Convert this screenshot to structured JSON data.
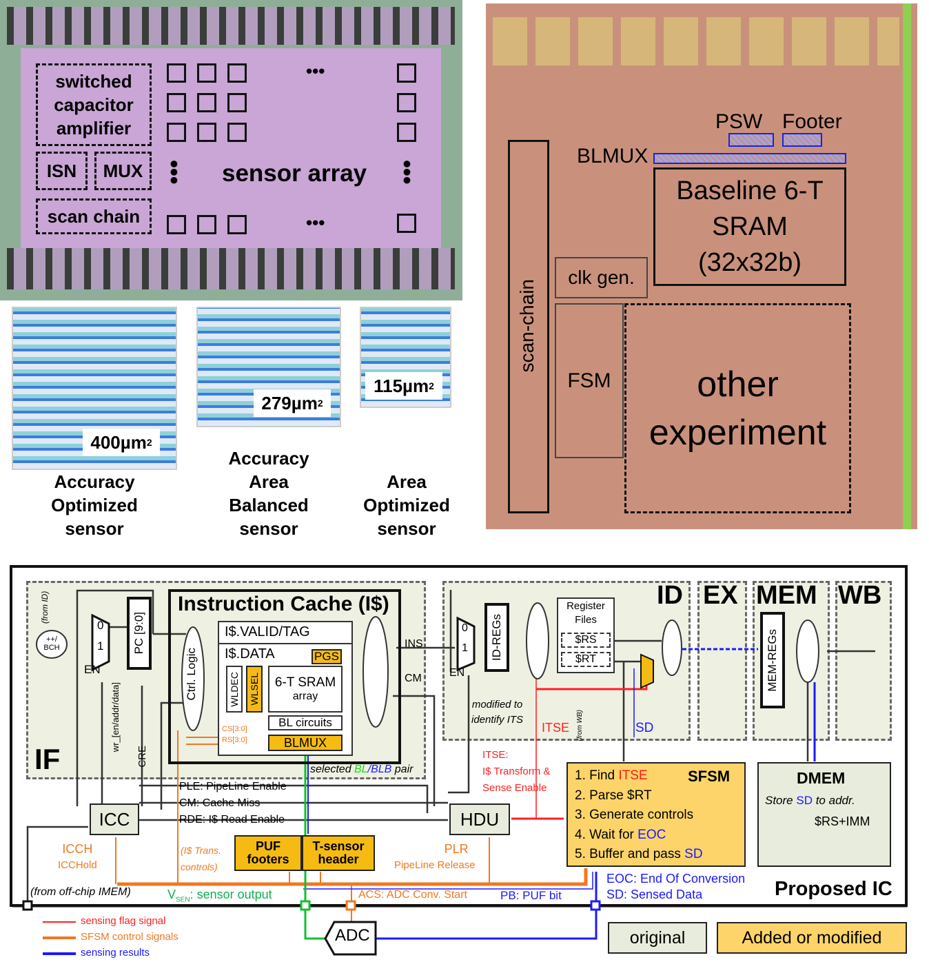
{
  "chip_photo_left": {
    "amp_label": [
      "switched",
      "capacitor",
      "amplifier"
    ],
    "isn": "ISN",
    "mux": "MUX",
    "scan_chain": "scan chain",
    "sensor_array": "sensor array",
    "dots": "•••"
  },
  "sensor_layouts": [
    {
      "area": "400µm",
      "sup": "2",
      "caption": [
        "Accuracy",
        "Optimized",
        "sensor"
      ]
    },
    {
      "area": "279µm",
      "sup": "2",
      "caption": [
        "Accuracy",
        "Area",
        "Balanced",
        "sensor"
      ]
    },
    {
      "area": "115µm",
      "sup": "2",
      "caption": [
        "Area",
        "Optimized",
        "sensor"
      ]
    }
  ],
  "chip_photo_right": {
    "scan_chain": "scan-chain",
    "blmux": "BLMUX",
    "psw": "PSW",
    "footer": "Footer",
    "sram": [
      "Baseline 6-T",
      "SRAM",
      "(32x32b)"
    ],
    "clk_gen": "clk gen.",
    "fsm": "FSM",
    "other": [
      "other",
      "experiment"
    ]
  },
  "diagram": {
    "stages": {
      "if": "IF",
      "id": "ID",
      "ex": "EX",
      "mem": "MEM",
      "wb": "WB"
    },
    "from_id": "(from ID)",
    "pc_inc": [
      "++/",
      "BCH"
    ],
    "mux_0": "0",
    "mux_1": "1",
    "en": "EN",
    "pc": "PC [9:0]",
    "wr_en": "wr_[en/addr/data]",
    "cre": "CRE",
    "icache_title": "Instruction Cache (I$)",
    "ctrl_logic": "Ctrl. Logic",
    "valid_tag": "I$.VALID/TAG",
    "data": "I$.DATA",
    "pgs": "PGS",
    "wldec": "WLDEC",
    "wlsel": "WLSEL",
    "sram": [
      "6-T SRAM",
      "array"
    ],
    "bl_circuits": "BL circuits",
    "blmux": "BLMUX",
    "cs": "CS[3:0]",
    "rs": "RS[3:0]",
    "ins": "INS",
    "cm": "CM",
    "selected": "selected",
    "bl": "BL",
    "slash": "/",
    "blb": "BLB",
    "pair": "pair",
    "id_regs": "ID-REGs",
    "reg_files": [
      "Register",
      "Files"
    ],
    "rs_reg": "$RS",
    "rt_reg": "$RT",
    "modified": [
      "modified to",
      "identify ITS"
    ],
    "itse": "ITSE",
    "from_wb": "(from WB)",
    "sd": "SD",
    "mem_regs": "MEM-REGs",
    "itse_def": [
      "ITSE:",
      "I$ Transform &",
      "Sense Enable"
    ],
    "ple": "PLE: PipeLine Enable",
    "cm_def": "CM: Cache Miss",
    "rde": "RDE: I$ Read Enable",
    "icc": "ICC",
    "hdu": "HDU",
    "icch": [
      "ICCH",
      "ICCHold"
    ],
    "trans_ctrl": [
      "(I$ Trans.",
      "controls)"
    ],
    "puf": [
      "PUF",
      "footers"
    ],
    "tsensor": [
      "T-sensor",
      "header"
    ],
    "plr": [
      "PLR",
      "PipeLine Release"
    ],
    "from_imem": "(from off-chip IMEM)",
    "vsen": "V",
    "vsen_sub": "SEN",
    "vsen_text": ": sensor output",
    "acs": "ACS: ADC Conv. Start",
    "pb": "PB: PUF bit",
    "adc": "ADC",
    "sfsm_title": "SFSM",
    "sfsm_steps": [
      {
        "n": "1. Find ",
        "hl": "ITSE",
        "color": "#ff1a1a"
      },
      {
        "n": "2. Parse $RT",
        "hl": "",
        "color": ""
      },
      {
        "n": "3. Generate controls",
        "hl": "",
        "color": ""
      },
      {
        "n": "4. Wait for ",
        "hl": "EOC",
        "color": "#1a1aff"
      },
      {
        "n": "5. Buffer and pass ",
        "hl": "SD",
        "color": "#1a1aff"
      }
    ],
    "dmem_title": "DMEM",
    "dmem_text": [
      "Store ",
      "SD",
      " to addr.",
      "$RS+IMM"
    ],
    "eoc_def": "EOC: End Of Conversion",
    "sd_def": "SD: Sensed Data",
    "proposed": "Proposed IC"
  },
  "legend": {
    "items": [
      {
        "label": "sensing flag signal",
        "color": "#ff2020"
      },
      {
        "label": "SFSM control signals",
        "color": "#f07820"
      },
      {
        "label": "sensing results",
        "color": "#1a1aff"
      }
    ],
    "original": "original",
    "added": "Added or modified"
  },
  "colors": {
    "added": "#f5bb12",
    "original": "#e8ecdc",
    "photo_left": "#c9a6d6",
    "photo_right": "#c9917c"
  }
}
